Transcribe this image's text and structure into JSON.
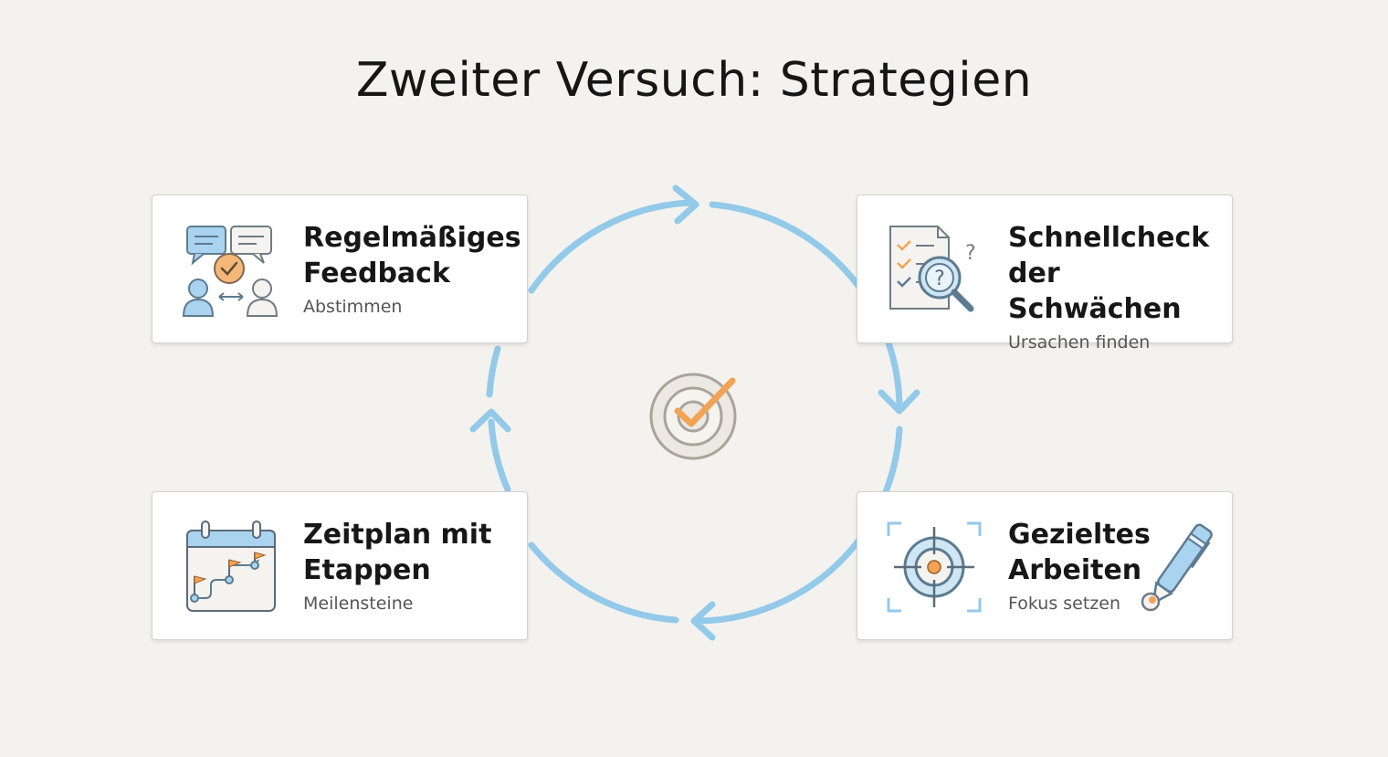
{
  "title": "Zweiter Versuch: Strategien",
  "colors": {
    "cycle": "#93c9e9",
    "accent": "#f2a354",
    "icon_blue": "#a9d3ee",
    "icon_line": "#5c6b78"
  },
  "center_icon": "target-check-icon",
  "cards": [
    {
      "heading_line1": "Regelmäßiges",
      "heading_line2": "Feedback",
      "sub": "Abstimmen",
      "icon": "feedback-exchange-icon"
    },
    {
      "heading_line1": "Schnellcheck",
      "heading_line2": "der Schwächen",
      "sub": "Ursachen finden",
      "icon": "checklist-magnifier-icon"
    },
    {
      "heading_line1": "Zeitplan mit",
      "heading_line2": "Etappen",
      "sub": "Meilensteine",
      "icon": "calendar-milestones-icon"
    },
    {
      "heading_line1": "Gezieltes",
      "heading_line2": "Arbeiten",
      "sub": "Fokus setzen",
      "icon": "focus-target-icon"
    }
  ]
}
